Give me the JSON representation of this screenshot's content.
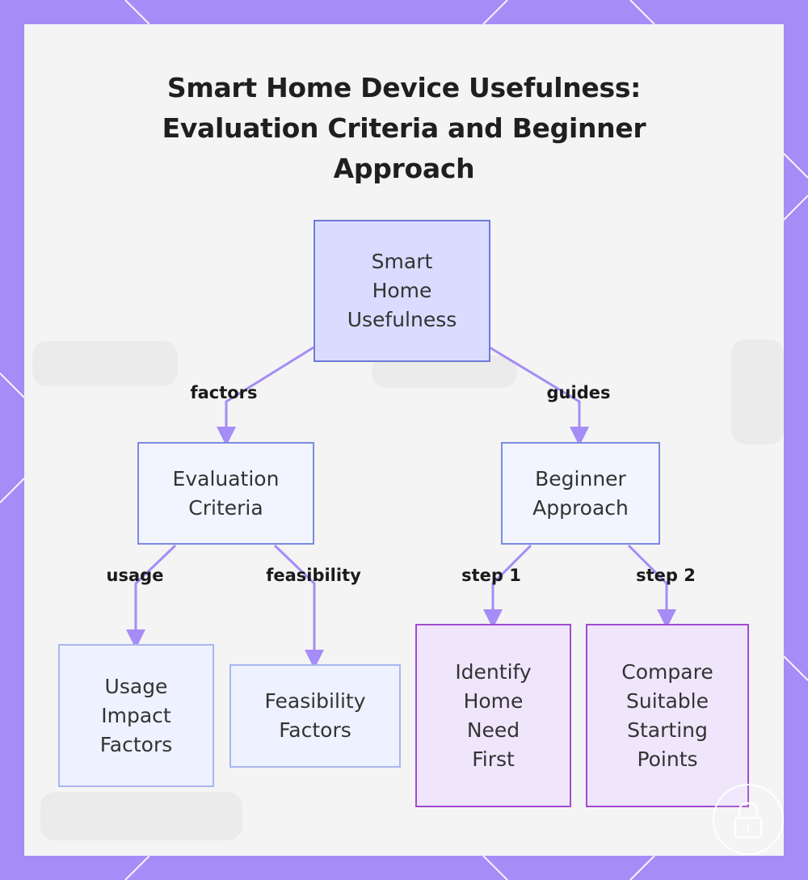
{
  "title": "Smart Home Device Usefulness: Evaluation Criteria and Beginner Approach",
  "nodes": {
    "root": "Smart\nHome\nUsefulness",
    "evaluation": "Evaluation\nCriteria",
    "beginner": "Beginner\nApproach",
    "usage": "Usage\nImpact\nFactors",
    "feasibility": "Feasibility\nFactors",
    "identify": "Identify\nHome\nNeed\nFirst",
    "compare": "Compare\nSuitable\nStarting\nPoints"
  },
  "edges": {
    "factors": "factors",
    "guides": "guides",
    "usage": "usage",
    "feasibility": "feasibility",
    "step1": "step 1",
    "step2": "step 2"
  },
  "colors": {
    "frame": "#a58cf6",
    "connector": "#a58cf6",
    "root_fill": "#dadcff",
    "root_border": "#6d7cd8",
    "step_fill": "#efe6fc",
    "step_border": "#a24bd1"
  },
  "icons": {
    "watermark": "lock-icon"
  }
}
